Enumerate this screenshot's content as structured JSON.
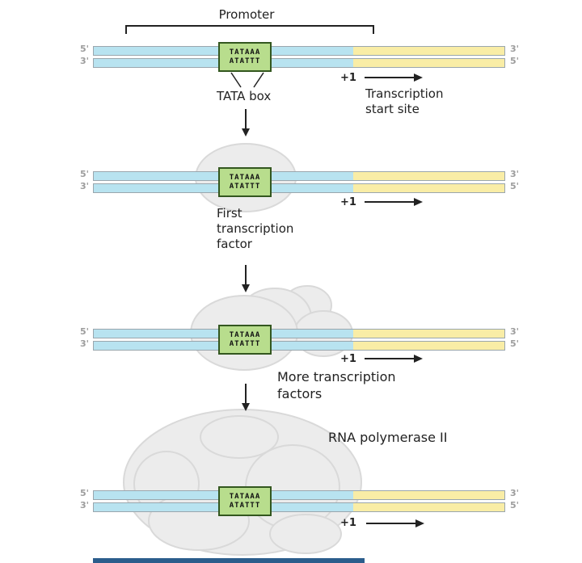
{
  "colors": {
    "dna_blue": "#b8e3f0",
    "dna_yellow": "#f9eda6",
    "strand_border": "#9aa6ad",
    "tata_green": "#b8dd8d",
    "tata_border": "#33571f",
    "blob_fill": "#ececec",
    "blob_stroke": "#d9d9d9",
    "ink": "#222222",
    "end_label": "#9d9d9d",
    "bottom_bar": "#2b5d8c"
  },
  "dna": {
    "five_prime": "5'",
    "three_prime": "3'",
    "tata_top": "TATAAA",
    "tata_bottom": "ATATTT",
    "plus_one": "+1"
  },
  "stage1": {
    "promoter": "Promoter",
    "tata_box_label": "TATA box",
    "tss_line1": "Transcription",
    "tss_line2": "start site"
  },
  "stage2": {
    "caption_line1": "First",
    "caption_line2": "transcription",
    "caption_line3": "factor"
  },
  "stage3": {
    "caption_line1": "More transcription",
    "caption_line2": "factors"
  },
  "stage4": {
    "caption": "RNA polymerase II"
  }
}
